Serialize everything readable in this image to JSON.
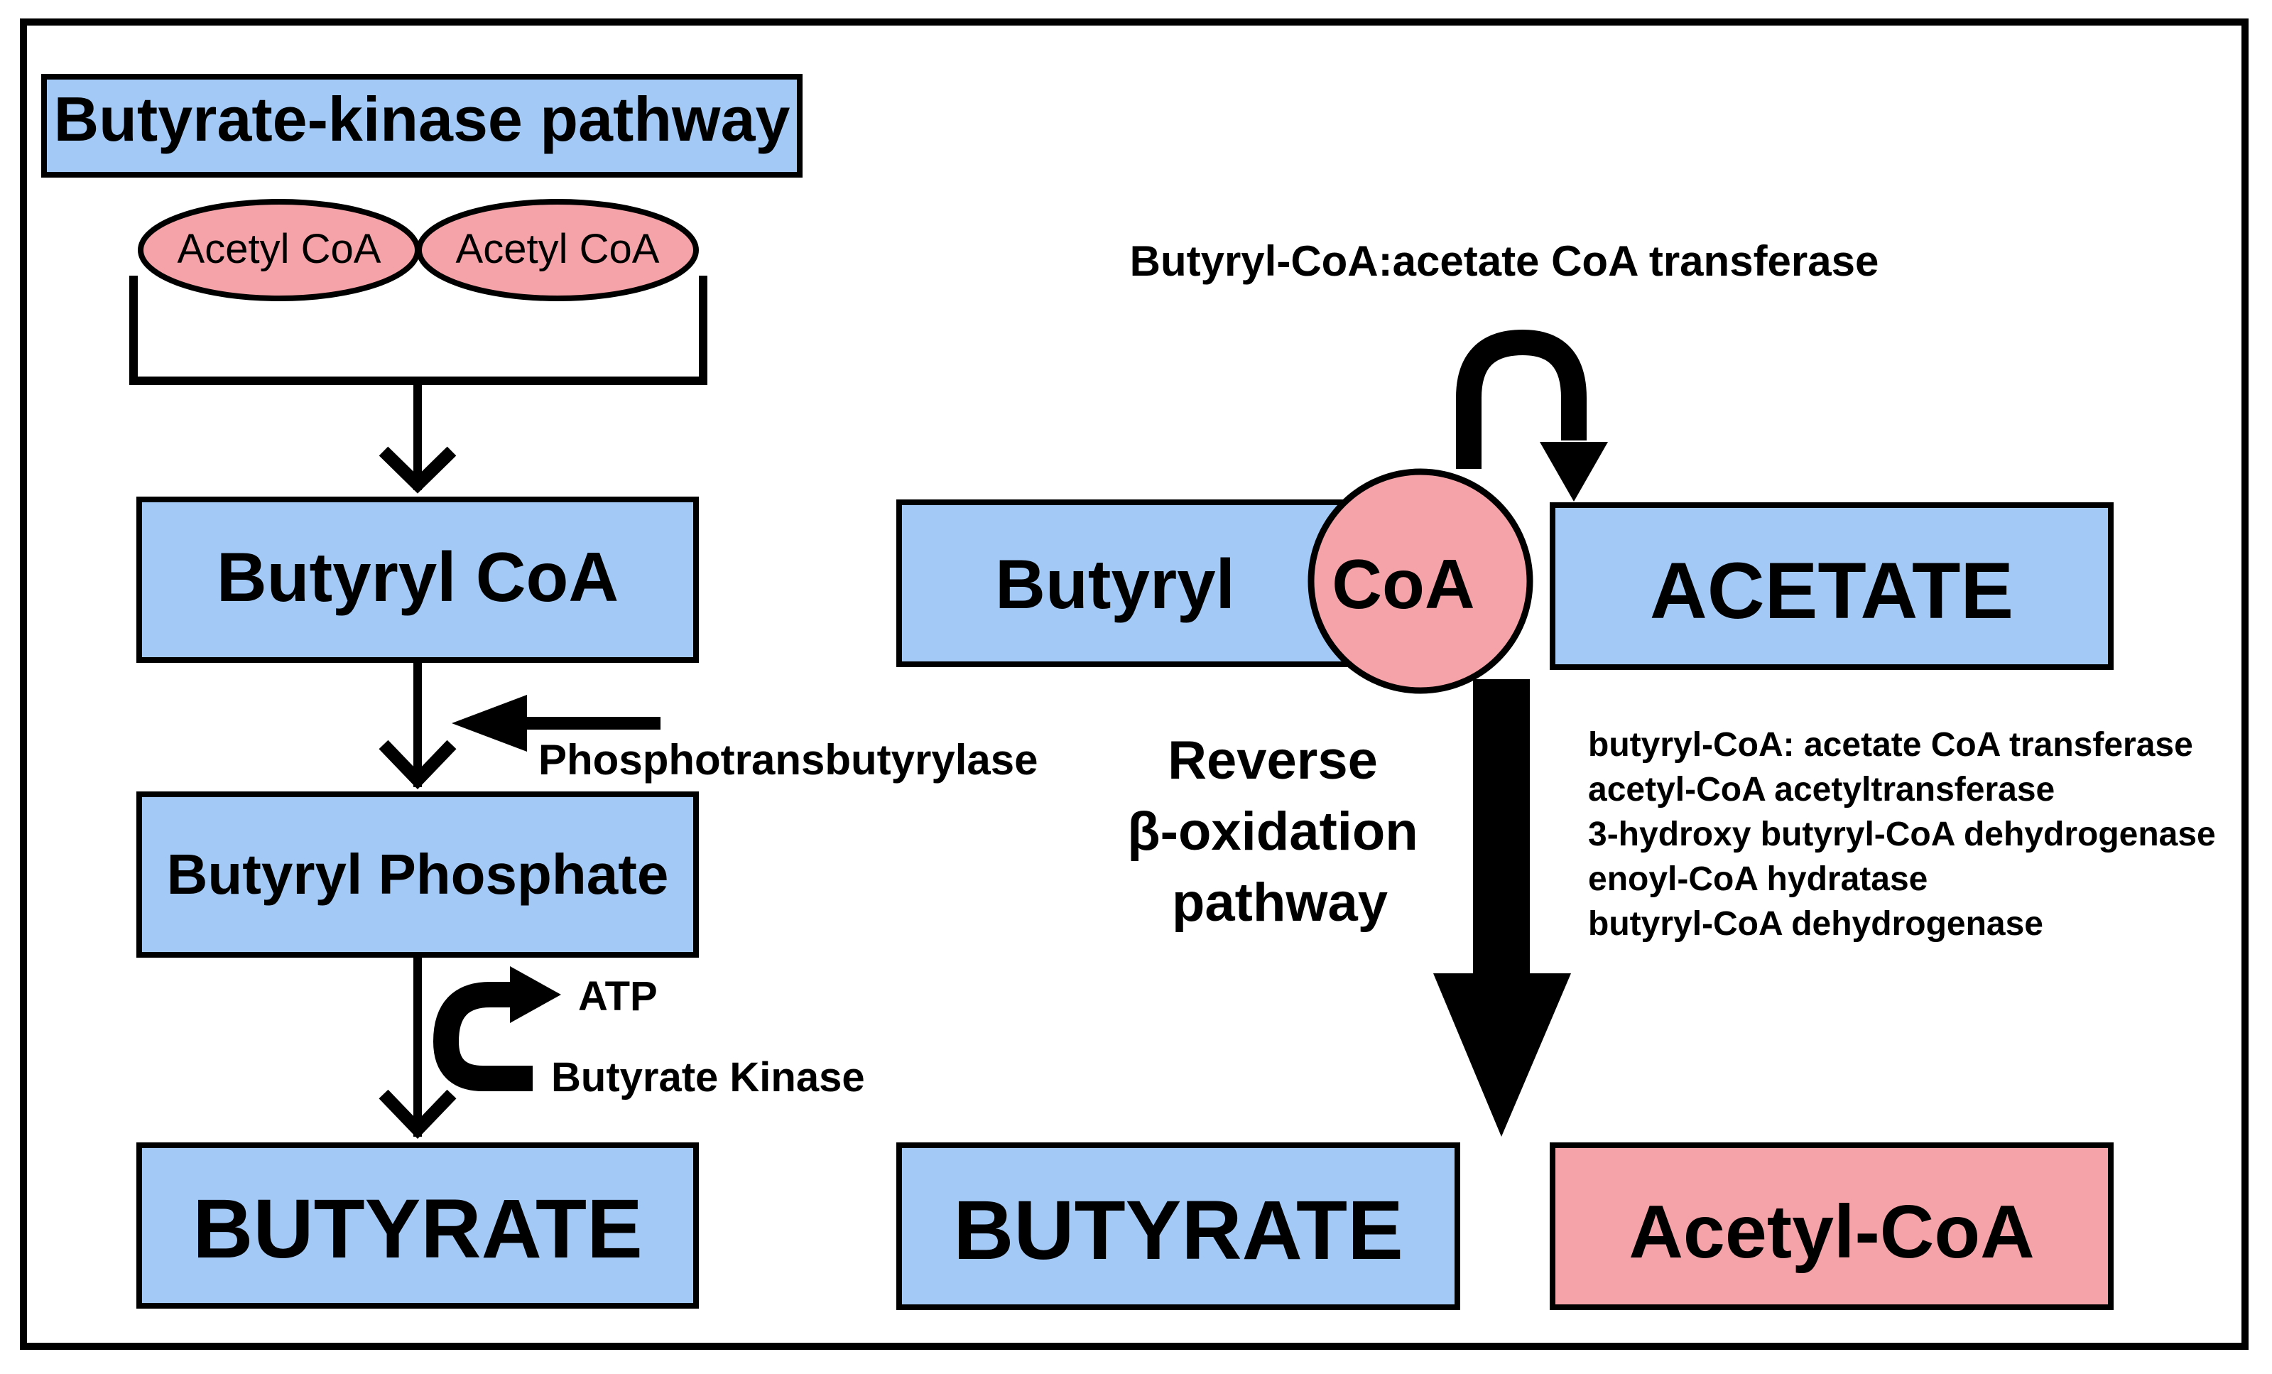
{
  "colors": {
    "box_blue": "#a3c9f7",
    "box_pink": "#f5a3a8",
    "stroke": "#000000",
    "background": "#ffffff"
  },
  "left_pathway": {
    "title": "Butyrate-kinase pathway",
    "acetyl_coa_1": "Acetyl CoA",
    "acetyl_coa_2": "Acetyl CoA",
    "butyryl_coa": "Butyryl CoA",
    "enzyme_1": "Phosphotransbutyrylase",
    "butyryl_phosphate": "Butyryl Phosphate",
    "atp": "ATP",
    "enzyme_2": "Butyrate Kinase",
    "product": "BUTYRATE"
  },
  "right_pathway": {
    "transferase_label": "Butyryl-CoA:acetate CoA transferase",
    "butyryl": "Butyryl",
    "coa": "CoA",
    "acetate": "ACETATE",
    "reverse_label": [
      "Reverse",
      "β-oxidation",
      "pathway"
    ],
    "enzymes": [
      "butyryl-CoA: acetate CoA transferase",
      "acetyl-CoA acetyltransferase",
      "3-hydroxy butyryl-CoA dehydrogenase",
      "enoyl-CoA hydratase",
      "butyryl-CoA dehydrogenase"
    ],
    "product_butyrate": "BUTYRATE",
    "product_acetyl_coa": "Acetyl-CoA"
  }
}
